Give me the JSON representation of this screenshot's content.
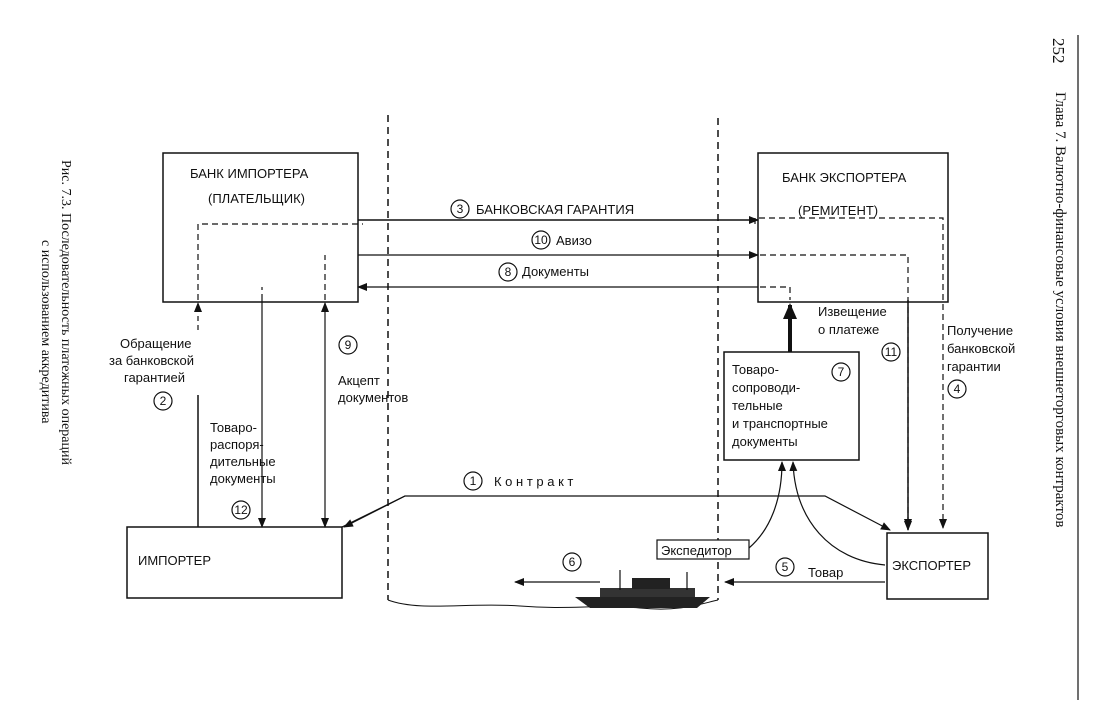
{
  "page": {
    "page_number": "252",
    "chapter_header": "Глава 7. Валютно-финансовые условия внешнеторговых контрактов",
    "figure_caption_line1": "Рис. 7.3. Последовательность платежных операций",
    "figure_caption_line2": "с использованием аккредитива"
  },
  "boxes": {
    "importer_bank_line1": "БАНК ИМПОРТЕРА",
    "importer_bank_line2": "(ПЛАТЕЛЬЩИК)",
    "exporter_bank_line1": "БАНК ЭКСПОРТЕРА",
    "exporter_bank_line2": "(РЕМИТЕНТ)",
    "importer": "ИМПОРТЕР",
    "exporter": "ЭКСПОРТЕР",
    "docs_box_lines": [
      "Товаро-",
      "сопроводи-",
      "тельные",
      "и транспортные",
      "документы"
    ],
    "forwarder": "Экспедитор"
  },
  "steps": {
    "s1": {
      "num": "1",
      "label": "К о н т р а к т"
    },
    "s2": {
      "num": "2",
      "label_lines": [
        "Обращение",
        "за банковской",
        "гарантией"
      ]
    },
    "s3": {
      "num": "3",
      "label": "БАНКОВСКАЯ ГАРАНТИЯ"
    },
    "s4": {
      "num": "4",
      "label_lines": [
        "Получение",
        "банковской",
        "гарантии"
      ]
    },
    "s5": {
      "num": "5",
      "label": "Товар"
    },
    "s6": {
      "num": "6"
    },
    "s7": {
      "num": "7"
    },
    "s8": {
      "num": "8",
      "label": "Документы"
    },
    "s9": {
      "num": "9",
      "label_lines": [
        "Акцепт",
        "документов"
      ]
    },
    "s10": {
      "num": "10",
      "label": "Авизо"
    },
    "s11": {
      "num": "11",
      "label_lines": [
        "Извещение",
        "о платеже"
      ]
    },
    "s12": {
      "num": "12",
      "label_lines": [
        "Товаро-",
        "распоря-",
        "дительные",
        "документы"
      ]
    }
  }
}
